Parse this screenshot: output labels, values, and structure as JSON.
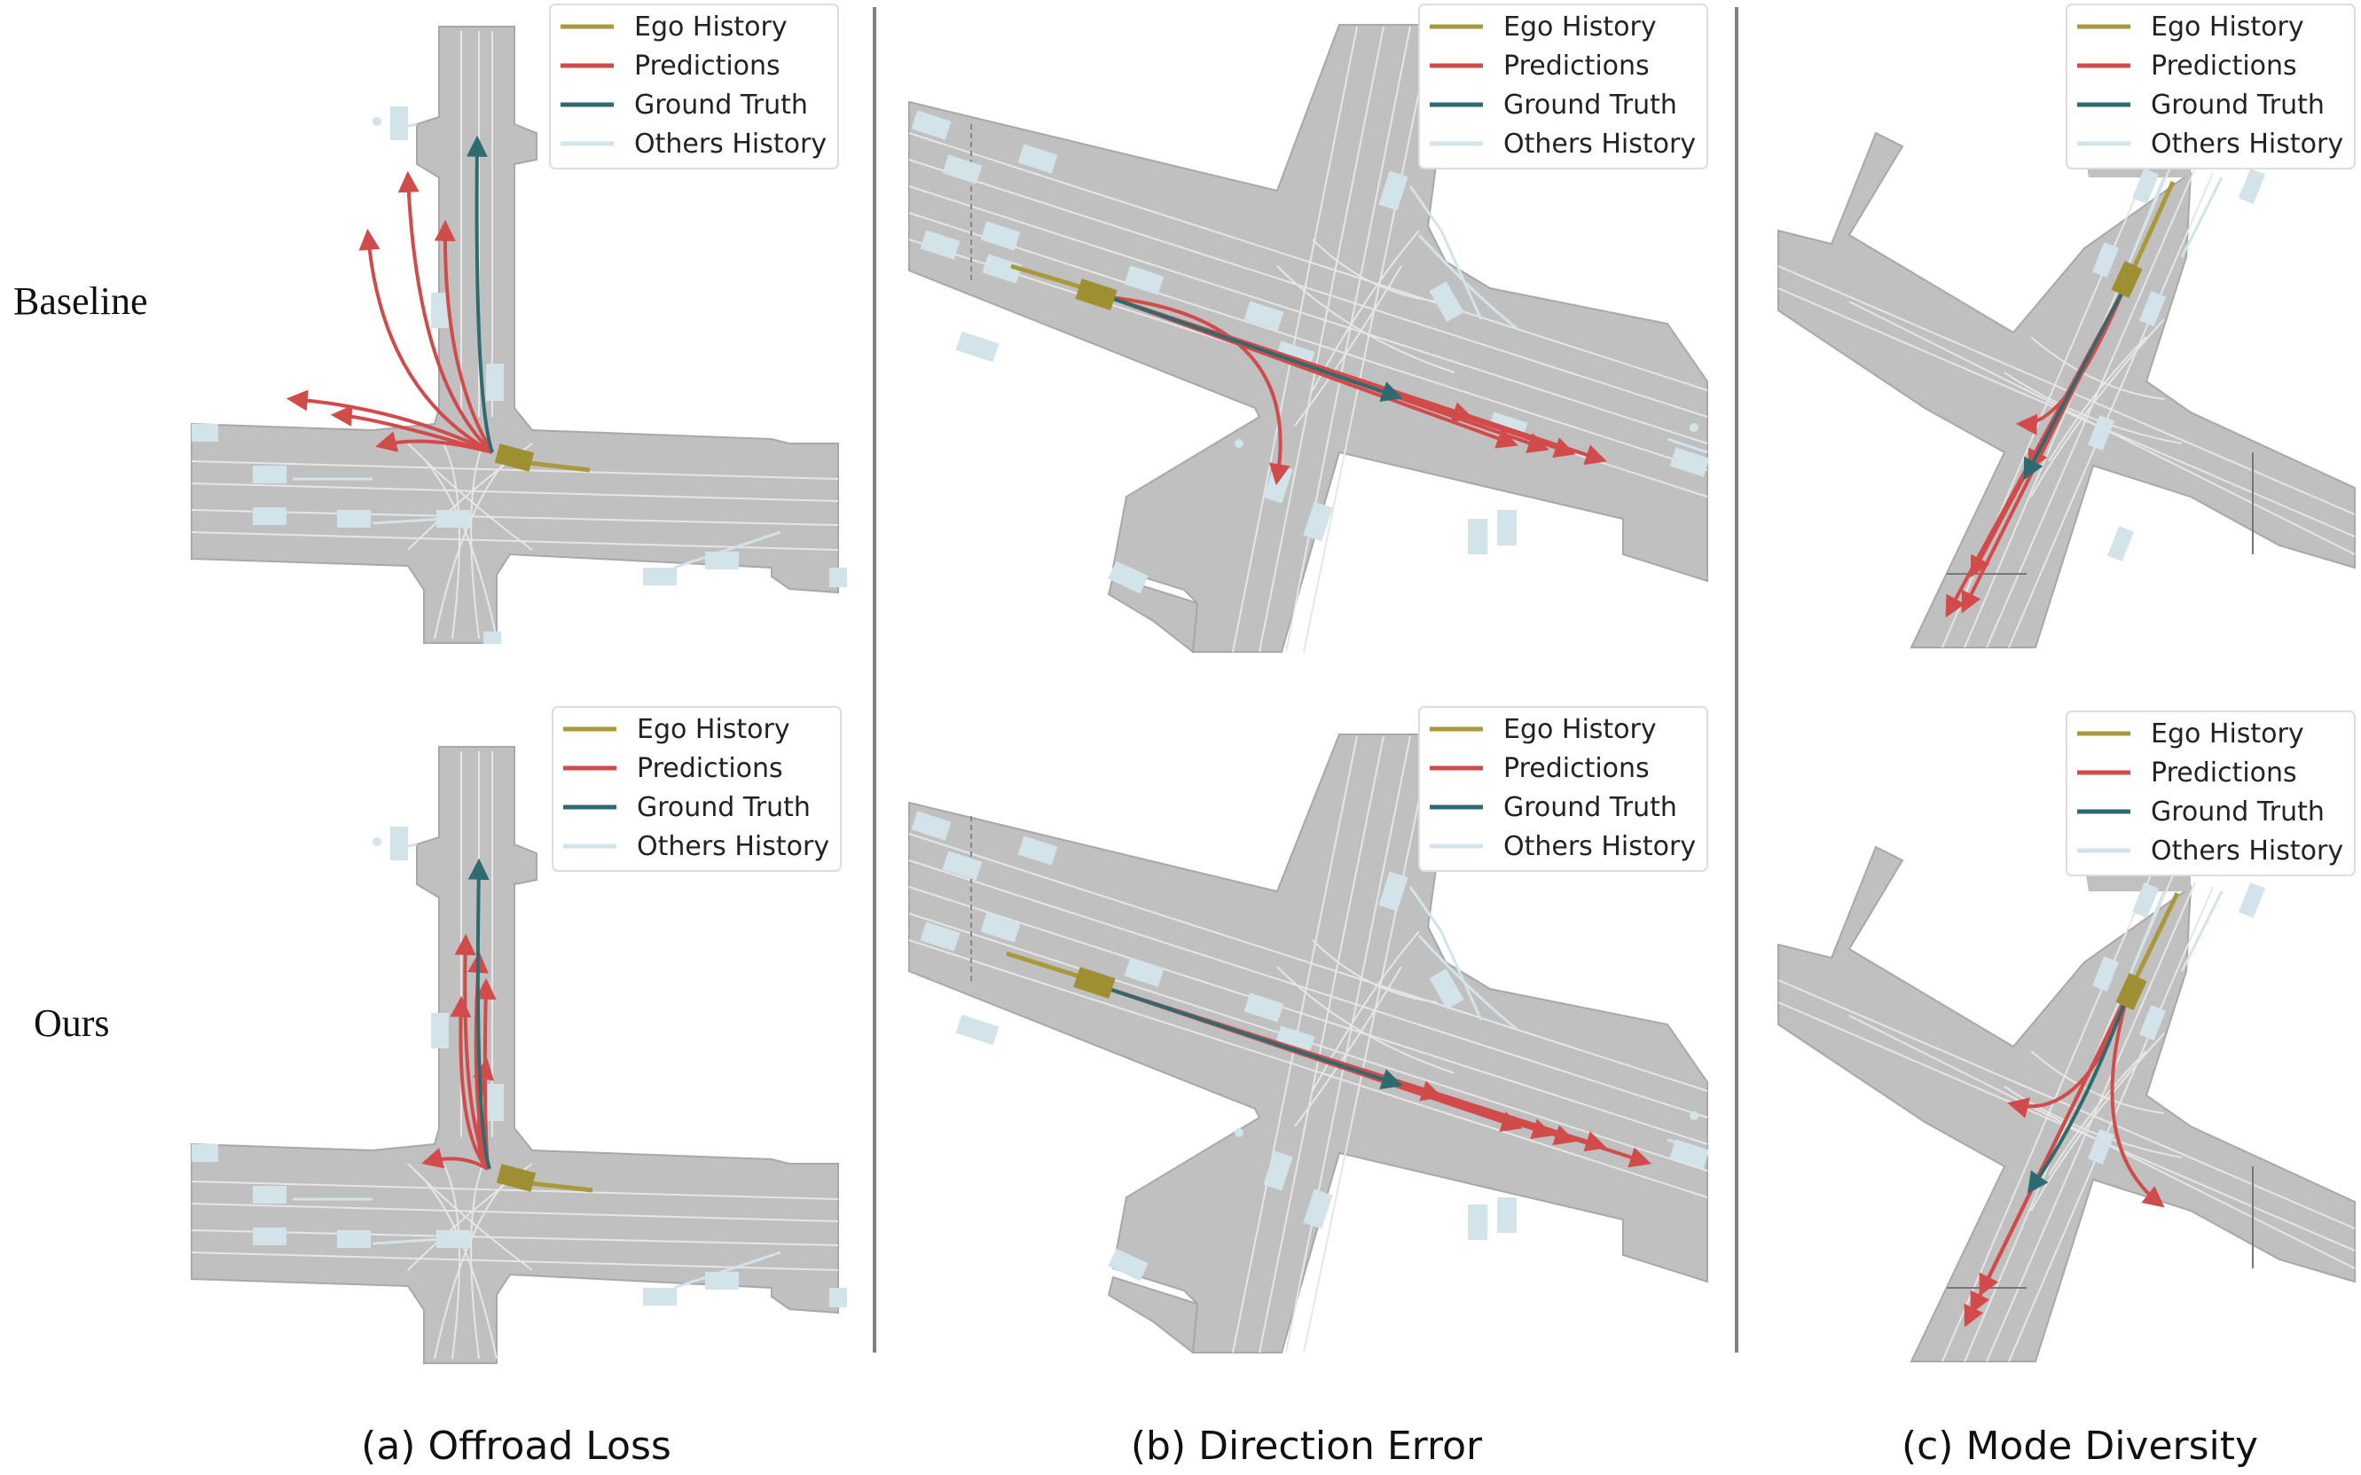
{
  "row_labels": {
    "baseline": "Baseline",
    "ours": "Ours"
  },
  "captions": {
    "a": "(a) Offroad Loss",
    "b": "(b) Direction Error",
    "c": "(c) Mode Diversity"
  },
  "legend": {
    "ego_history": "Ego History",
    "predictions": "Predictions",
    "ground_truth": "Ground Truth",
    "others_history": "Others History"
  },
  "colors": {
    "road": "#c0c0c0",
    "road_edge": "#a8a8a8",
    "lane_line": "#e6e6e6",
    "ego": "#a89a3c",
    "ego_box": "#9e8f32",
    "prediction": "#d24b4b",
    "ground_truth": "#2e6b70",
    "others": "#d3e3ea",
    "divider": "#808080"
  }
}
